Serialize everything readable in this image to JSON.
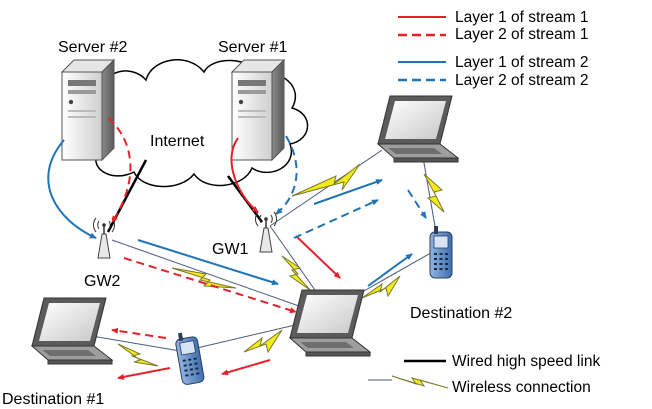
{
  "labels": {
    "server2": "Server #2",
    "server1": "Server #1",
    "internet": "Internet",
    "gw1": "GW1",
    "gw2": "GW2",
    "destination1": "Destination #1",
    "destination2": "Destination #2"
  },
  "legend": {
    "layer1_stream1": "Layer 1 of stream 1",
    "layer2_stream1": "Layer 2 of stream 1",
    "layer1_stream2": "Layer 1 of stream 2",
    "layer2_stream2": "Layer 2 of stream 2",
    "wired": "Wired high speed link",
    "wireless": "Wireless connection"
  },
  "colors": {
    "stream1": "#e8202a",
    "stream2": "#1f73b7",
    "wired": "#000000",
    "wireless_fill": "#f2ea1d",
    "wireless_stroke": "#7a7a2a",
    "server_light": "#f3f3f3",
    "server_dark": "#9a9a9a"
  },
  "icons": [
    "server-icon",
    "cloud-icon",
    "wireless-gateway-icon",
    "laptop-icon",
    "mobile-phone-icon",
    "lightning-icon"
  ]
}
